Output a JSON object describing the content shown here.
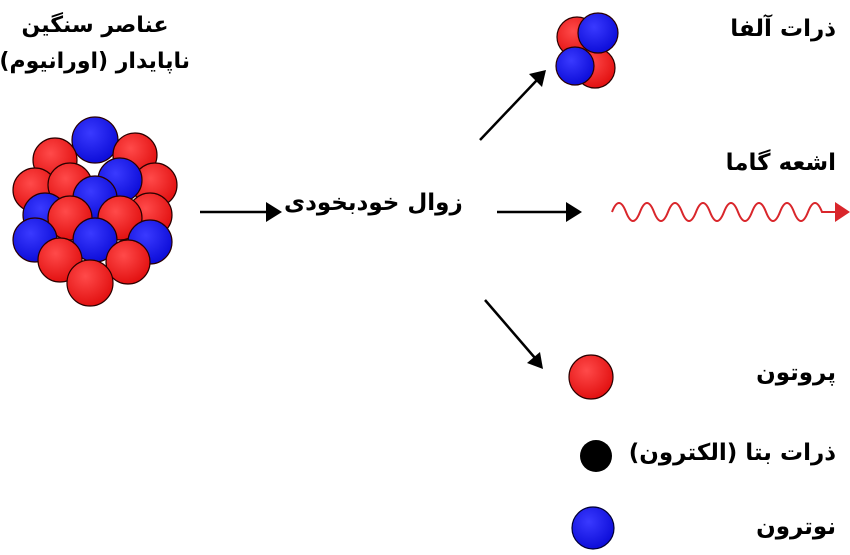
{
  "source": {
    "title_line1": "عناصر سنگین",
    "title_line2": "ناپایدار (اورانیوم)"
  },
  "process": {
    "label": "زوال خودبخودی"
  },
  "products": {
    "alpha": "ذرات آلفا",
    "gamma": "اشعه گاما"
  },
  "legend": {
    "proton": "پروتون",
    "beta": "ذرات بتا (الکترون)",
    "neutron": "نوترون"
  },
  "colors": {
    "proton": "#ee1c1c",
    "neutron": "#1515e6",
    "electron": "#000000",
    "gamma_wave": "#d9262b",
    "arrow": "#000000"
  }
}
